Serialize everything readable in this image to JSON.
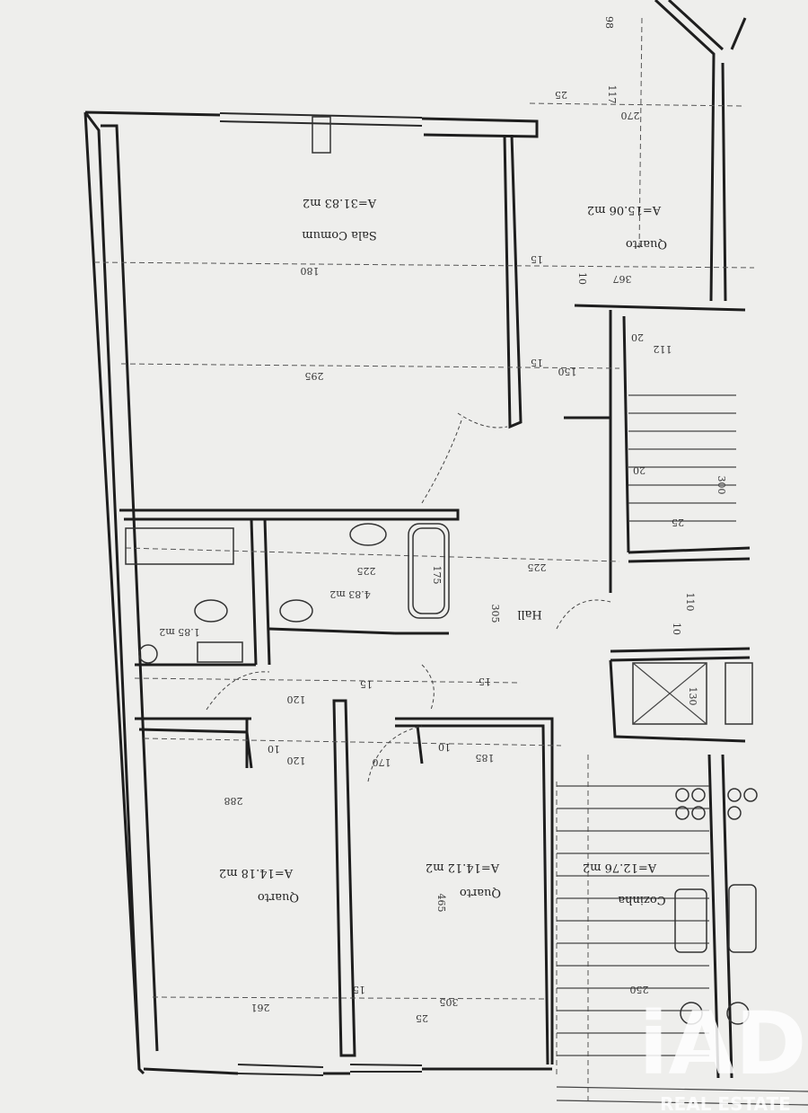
{
  "rooms": {
    "sala": {
      "name": "Sala Comum",
      "area": "A=31.83 m2"
    },
    "quarto_tr": {
      "name": "Quarto",
      "area": "A=15.06 m2"
    },
    "quarto_bl": {
      "name": "Quarto",
      "area": "A=14.18 m2"
    },
    "quarto_bm": {
      "name": "Quarto",
      "area": "A=14.12 m2"
    },
    "cozinha": {
      "name": "Cozinha",
      "area": "A=12.76 m2"
    },
    "hall": {
      "name": "Hall"
    },
    "wc1": {
      "area": "4.83 m2"
    },
    "wc2": {
      "area": "1.85 m2"
    }
  },
  "dims": {
    "d295": "295",
    "d180": "180",
    "d150": "150",
    "d15": "15",
    "d117": "117",
    "d270": "270",
    "d98": "98",
    "d25": "25",
    "d367": "367",
    "d10": "10",
    "d112": "112",
    "d20": "20",
    "d305": "305",
    "d225": "225",
    "d175": "175",
    "d120": "120",
    "d110": "110",
    "d130": "130",
    "d288": "288",
    "d185": "185",
    "d170": "170",
    "d465": "465",
    "d261": "261",
    "d250": "250",
    "d300": "300"
  },
  "logo": {
    "mark": "iAD",
    "tagline": "REAL ESTATE"
  },
  "colors": {
    "paper": "#eeeeec",
    "ink": "#1e1e1e",
    "logo": "#ffffff"
  }
}
